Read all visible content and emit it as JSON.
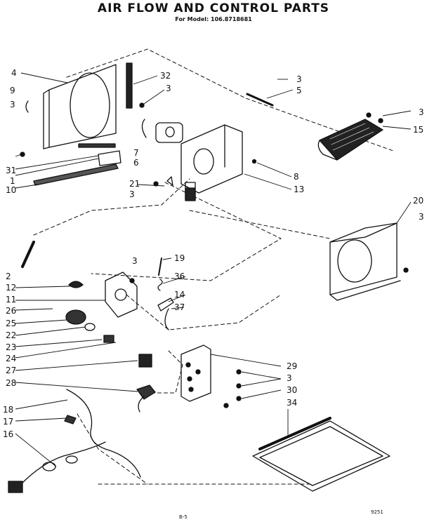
{
  "title": "AIR FLOW AND CONTROL PARTS",
  "subtitle": "For Model: 106.8718681",
  "footer_left": "B-5",
  "footer_right": "9251",
  "callouts": [
    "4",
    "32",
    "3",
    "9",
    "3",
    "7",
    "6",
    "31",
    "1",
    "10",
    "21",
    "3",
    "3",
    "5",
    "3",
    "15",
    "8",
    "13",
    "20",
    "3",
    "2",
    "12",
    "11",
    "26",
    "25",
    "22",
    "23",
    "24",
    "27",
    "28",
    "18",
    "17",
    "16",
    "3",
    "19",
    "36",
    "14",
    "37",
    "29",
    "3",
    "30",
    "34"
  ]
}
